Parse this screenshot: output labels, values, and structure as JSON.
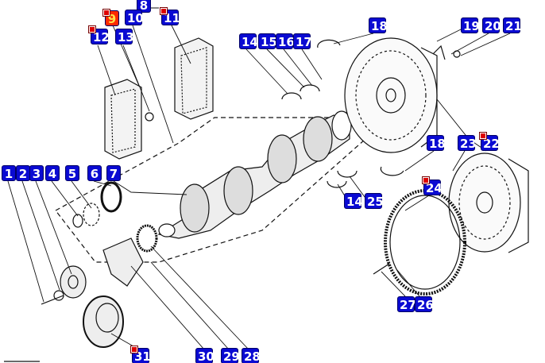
{
  "diagram": {
    "callouts": [
      "8",
      "9",
      "10",
      "11",
      "12",
      "13",
      "14",
      "15",
      "16",
      "17",
      "18",
      "19",
      "20",
      "21",
      "22",
      "23",
      "18",
      "24",
      "14",
      "25",
      "1",
      "2",
      "3",
      "4",
      "5",
      "6",
      "7",
      "27",
      "26",
      "31",
      "30",
      "29",
      "28"
    ],
    "selected_callout": "9",
    "colors": {
      "callout_bg": "#0a0ad2",
      "callout_text": "#ffffff",
      "selected_bg": "#ff2a00",
      "selected_text": "#ffe14a",
      "marker": "#dd0000"
    }
  }
}
